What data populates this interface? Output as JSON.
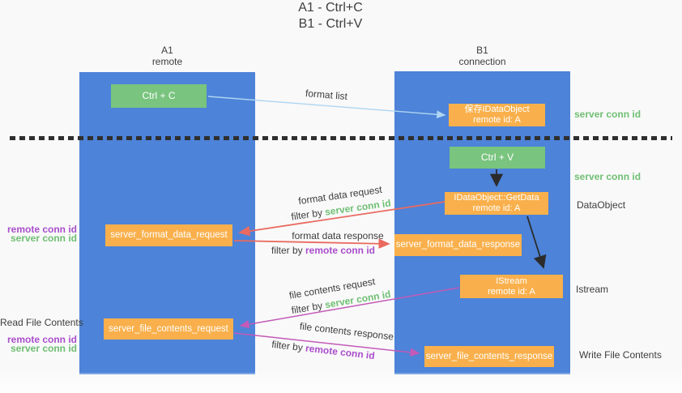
{
  "title": {
    "line1": "A1 - Ctrl+C",
    "line2": "B1 - Ctrl+V"
  },
  "columns": {
    "left": {
      "name": "A1",
      "subtitle": "remote"
    },
    "right": {
      "name": "B1",
      "subtitle": "connection"
    }
  },
  "nodes": {
    "ctrl_c": {
      "label": "Ctrl + C"
    },
    "save_idataobject": {
      "line1": "保存IDataObject",
      "line2": "remote id: A"
    },
    "ctrl_v": {
      "label": "Ctrl + V"
    },
    "getdata": {
      "line1": "IDataObject::GetData",
      "line2": "remote id: A"
    },
    "format_request": {
      "label": "server_format_data_request"
    },
    "format_response": {
      "label": "server_format_data_response"
    },
    "istream": {
      "line1": "IStream",
      "line2": "remote id: A"
    },
    "file_request": {
      "label": "server_file_contents_request"
    },
    "file_response": {
      "label": "server_file_contents_response"
    }
  },
  "side_labels": {
    "server_conn_id_top": "server conn id",
    "server_conn_id_mid": "server conn id",
    "dataobject": "DataObject",
    "istream": "Istream",
    "write_file_contents": "Write File Contents",
    "read_file_contents": "Read File Contents",
    "pair1_remote": "remote conn id",
    "pair1_server": "server conn id",
    "pair2_remote": "remote conn id",
    "pair2_server": "server conn id"
  },
  "arrow_labels": {
    "format_list": "format list",
    "format_data_request": "format data request",
    "format_data_response": "format data response",
    "file_contents_request": "file contents request",
    "file_contents_response": "file contents response",
    "filter_by": "filter by ",
    "server_conn_id": "server conn id",
    "remote_conn_id": "remote conn id"
  },
  "colors": {
    "column_blue": "#4d83d8",
    "box_green": "#79c47e",
    "box_orange": "#f9b04c",
    "arrow_red": "#ea6a60",
    "arrow_magenta": "#c35ab8",
    "arrow_blue": "#aed5f2",
    "arrow_black": "#2b2b2b",
    "text_green": "#6fbf73",
    "text_purple": "#a94ecb",
    "text_dark": "#3d3d3d"
  }
}
